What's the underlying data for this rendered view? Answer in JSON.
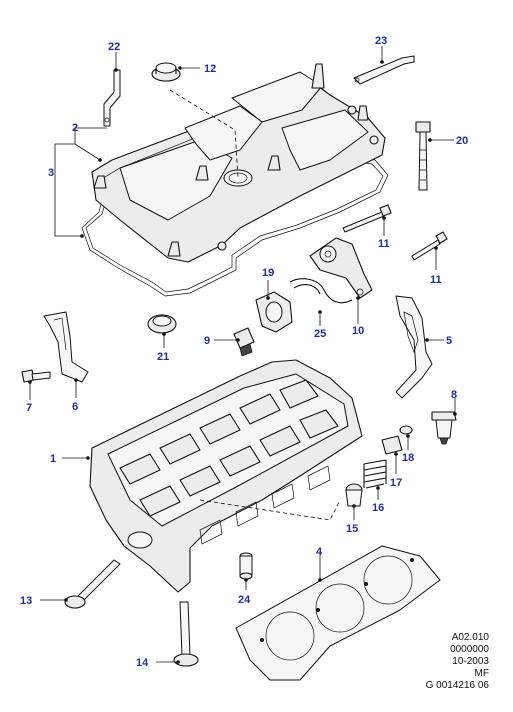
{
  "callouts": {
    "c1": "1",
    "c2": "2",
    "c3": "3",
    "c4": "4",
    "c5": "5",
    "c6": "6",
    "c7": "7",
    "c8": "8",
    "c9": "9",
    "c10": "10",
    "c11a": "11",
    "c11b": "11",
    "c12": "12",
    "c13": "13",
    "c14": "14",
    "c15": "15",
    "c16": "16",
    "c17": "17",
    "c18": "18",
    "c19": "19",
    "c20": "20",
    "c21": "21",
    "c22": "22",
    "c23": "23",
    "c24": "24",
    "c25": "25"
  },
  "meta": {
    "line1": "A02.010",
    "line2": "0000000",
    "line3": "10-2003",
    "line4": "MF",
    "line5": "G 0014216 06"
  },
  "colors": {
    "callout": "#1f2f9f",
    "outline": "#111111"
  }
}
